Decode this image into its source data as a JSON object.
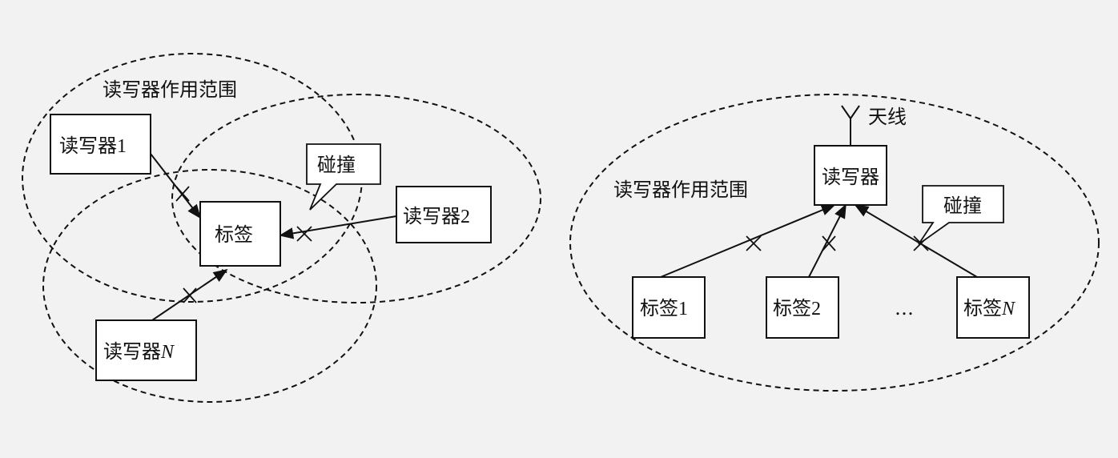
{
  "left_diagram": {
    "range_label": "读写器作用范围",
    "reader1": {
      "text": "读写器",
      "suffix": "1"
    },
    "reader2": {
      "text": "读写器",
      "suffix": "2"
    },
    "readerN": {
      "text": "读写器",
      "suffix": "N"
    },
    "tag": "标签",
    "collision": "碰撞"
  },
  "right_diagram": {
    "range_label": "读写器作用范围",
    "antenna": "天线",
    "reader": "读写器",
    "collision": "碰撞",
    "tag1": {
      "text": "标签",
      "suffix": "1"
    },
    "tag2": {
      "text": "标签",
      "suffix": "2"
    },
    "tagN": {
      "text": "标签",
      "suffix": "N"
    },
    "ellipsis": "…"
  }
}
